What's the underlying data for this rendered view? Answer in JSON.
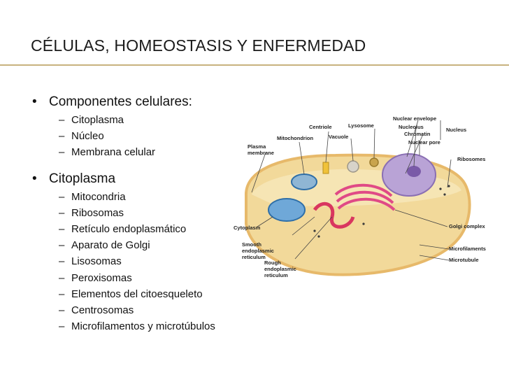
{
  "slide": {
    "title": "CÉLULAS, HOMEOSTASIS Y ENFERMEDAD",
    "sections": [
      {
        "heading": "Componentes celulares:",
        "items": [
          "Citoplasma",
          "Núcleo",
          "Membrana celular"
        ]
      },
      {
        "heading": "Citoplasma",
        "items": [
          "Mitocondria",
          "Ribosomas",
          "Retículo endoplasmático",
          "Aparato de Golgi",
          "Lisosomas",
          "Peroxisomas",
          "Elementos del citoesqueleto",
          "Centrosomas",
          "Microfilamentos y microtúbulos"
        ]
      }
    ]
  },
  "diagram": {
    "labels": {
      "nuclear_envelope": "Nuclear envelope",
      "nucleolus": "Nucleolus",
      "chromatin": "Chromatin",
      "nuclear_pore": "Nuclear pore",
      "nucleus": "Nucleus",
      "centriole": "Centriole",
      "lysosome": "Lysosome",
      "mitochondrion": "Mitochondrion",
      "vacuole": "Vacuole",
      "plasma_membrane_1": "Plasma",
      "plasma_membrane_2": "membrane",
      "ribosomes": "Ribosomes",
      "cytoplasm": "Cytoplasm",
      "golgi_complex": "Golgi complex",
      "smooth_er_1": "Smooth",
      "smooth_er_2": "endoplasmic",
      "smooth_er_3": "reticulum",
      "microfilaments": "Microfilaments",
      "microtubule": "Microtubule",
      "rough_er_1": "Rough",
      "rough_er_2": "endoplasmic",
      "rough_er_3": "reticulum"
    },
    "colors": {
      "rule": "#c8b27e",
      "cytoplasm": "#f2d99a",
      "membrane": "#e7b96a",
      "nucleus": "#b9a3d6",
      "golgi": "#e04a86",
      "mitochondria": "#6fa8d8"
    }
  }
}
